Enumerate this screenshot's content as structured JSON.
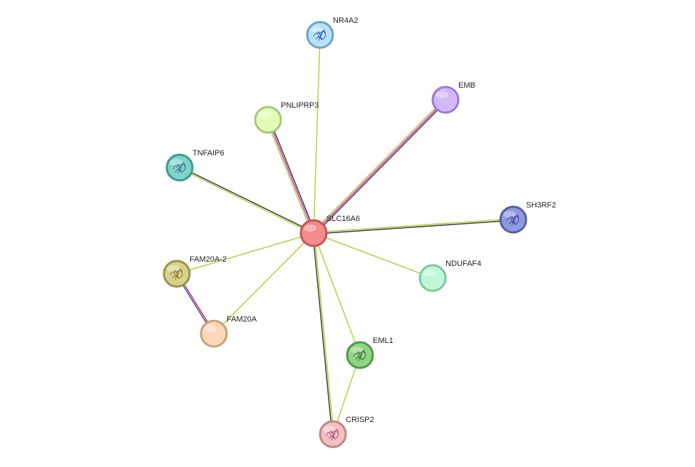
{
  "network": {
    "nodes": [
      {
        "id": "SLC16A6",
        "label": "SLC16A6",
        "fill": "#f28b8b",
        "stroke": "#c45656",
        "structure": false
      },
      {
        "id": "NR4A2",
        "label": "NR4A2",
        "fill": "#b9e3fb",
        "stroke": "#6fa3c4",
        "structure": true,
        "glyph": "#2a46b5"
      },
      {
        "id": "EMB",
        "label": "EMB",
        "fill": "#d1b9f7",
        "stroke": "#9d7ad4",
        "structure": false
      },
      {
        "id": "PNLIPRP3",
        "label": "PNLIPRP3",
        "fill": "#e1fbb9",
        "stroke": "#a9c77a",
        "structure": false
      },
      {
        "id": "TNFAIP6",
        "label": "TNFAIP6",
        "fill": "#7fd3c9",
        "stroke": "#3f9a8e",
        "structure": true,
        "glyph": "#356a86"
      },
      {
        "id": "SH3RF2",
        "label": "SH3RF2",
        "fill": "#8f9ae1",
        "stroke": "#545fa3",
        "structure": true,
        "glyph": "#3a3f9a"
      },
      {
        "id": "FAM20A-2",
        "label": "FAM20A-2",
        "fill": "#d8d38a",
        "stroke": "#9a9450",
        "structure": true,
        "glyph": "#8a6a3a"
      },
      {
        "id": "NDUFAF4",
        "label": "NDUFAF4",
        "fill": "#bff7d9",
        "stroke": "#7cc9a1",
        "structure": false
      },
      {
        "id": "FAM20A",
        "label": "FAM20A",
        "fill": "#fcd8b8",
        "stroke": "#c9a17a",
        "structure": false
      },
      {
        "id": "EML1",
        "label": "EML1",
        "fill": "#8fd485",
        "stroke": "#4f9a44",
        "structure": true,
        "glyph": "#3f6a3a"
      },
      {
        "id": "CRISP2",
        "label": "CRISP2",
        "fill": "#f4c0c0",
        "stroke": "#c28585",
        "structure": true,
        "glyph": "#a04a7a"
      }
    ],
    "edges": [
      {
        "from": "SLC16A6",
        "to": "NR4A2",
        "colors": [
          "#b6d44a"
        ]
      },
      {
        "from": "SLC16A6",
        "to": "EMB",
        "colors": [
          "#b6d44a",
          "#d63fc6",
          "#444444"
        ]
      },
      {
        "from": "SLC16A6",
        "to": "PNLIPRP3",
        "colors": [
          "#b6d44a",
          "#d63fc6",
          "#444444"
        ]
      },
      {
        "from": "SLC16A6",
        "to": "TNFAIP6",
        "colors": [
          "#b6d44a",
          "#444444"
        ]
      },
      {
        "from": "SLC16A6",
        "to": "SH3RF2",
        "colors": [
          "#b6d44a",
          "#444444"
        ]
      },
      {
        "from": "SLC16A6",
        "to": "FAM20A-2",
        "colors": [
          "#b6d44a"
        ]
      },
      {
        "from": "SLC16A6",
        "to": "NDUFAF4",
        "colors": [
          "#b6d44a"
        ]
      },
      {
        "from": "SLC16A6",
        "to": "FAM20A",
        "colors": [
          "#b6d44a"
        ]
      },
      {
        "from": "SLC16A6",
        "to": "EML1",
        "colors": [
          "#b6d44a"
        ]
      },
      {
        "from": "SLC16A6",
        "to": "CRISP2",
        "colors": [
          "#b6d44a",
          "#444444"
        ]
      },
      {
        "from": "EML1",
        "to": "CRISP2",
        "colors": [
          "#b6d44a"
        ]
      },
      {
        "from": "FAM20A-2",
        "to": "FAM20A",
        "colors": [
          "#e23b3b",
          "#3a4fd8"
        ]
      }
    ]
  }
}
